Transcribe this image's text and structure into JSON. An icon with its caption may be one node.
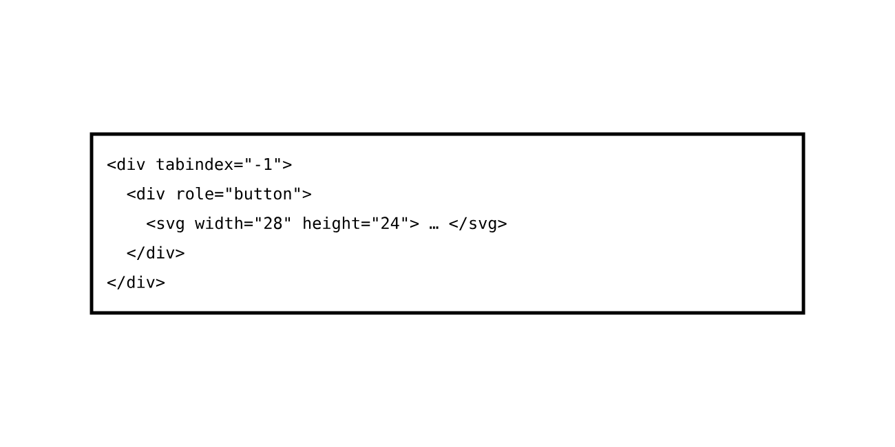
{
  "diagram": {
    "nodes": [
      {
        "text": [
          "<div tabindex=\"-1\">",
          "<div role=\"button\">",
          "<svg width=\"28\" height=\"24\"> … </svg>",
          "</div>",
          "</div>"
        ]
      }
    ]
  }
}
